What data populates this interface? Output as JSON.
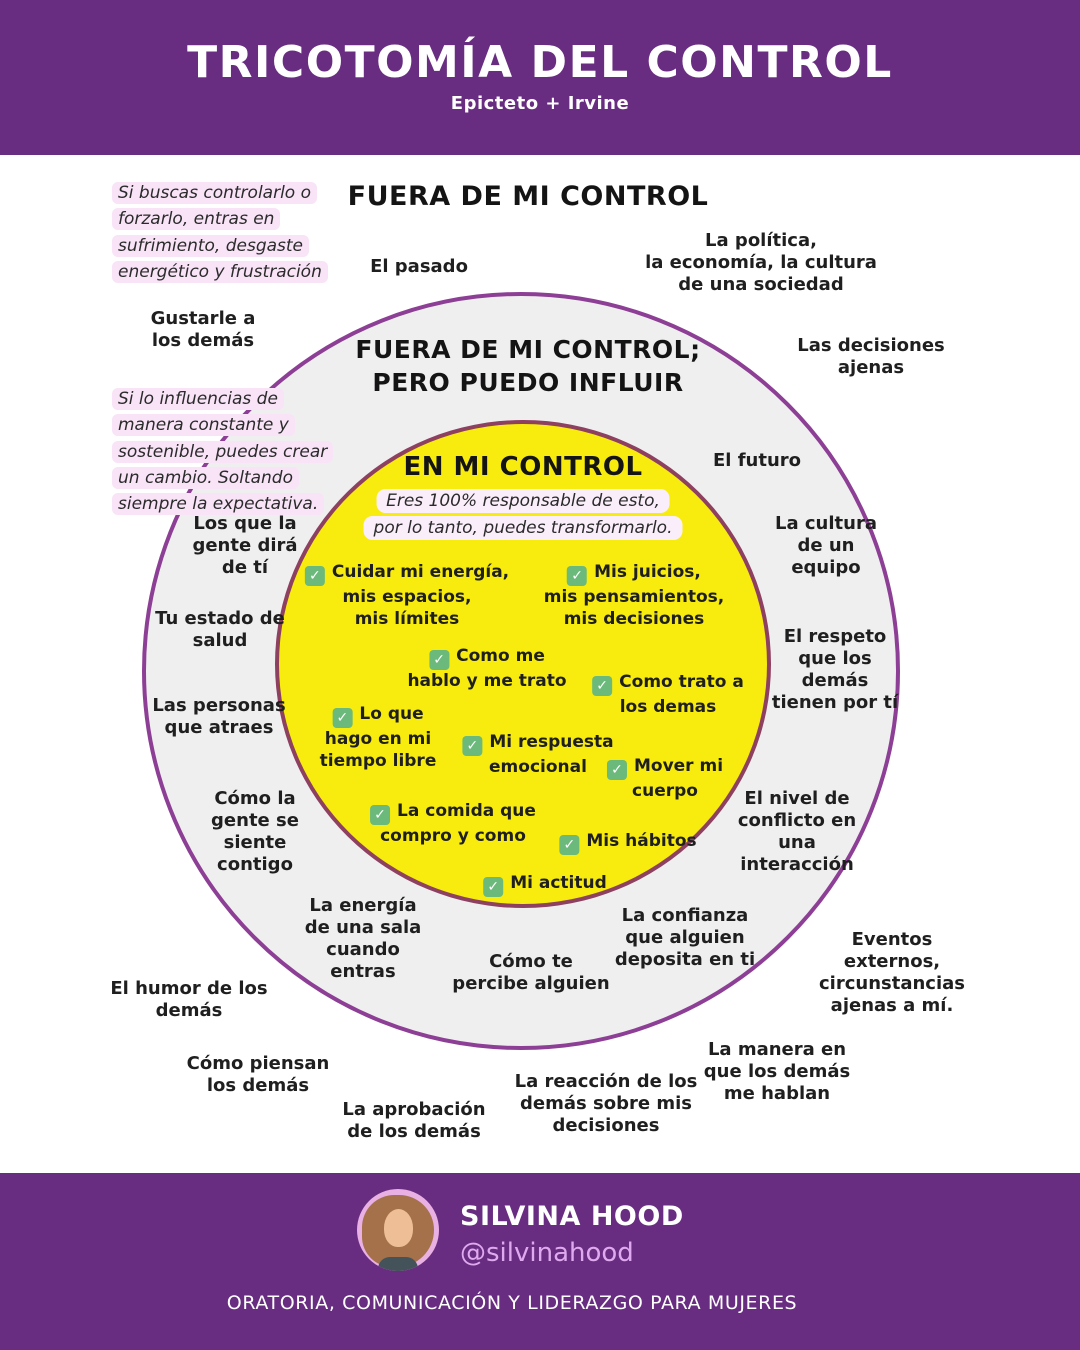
{
  "header": {
    "title": "TRICOTOMÍA DEL CONTROL",
    "subtitle": "Epicteto + Irvine"
  },
  "zones": {
    "outer_title": "FUERA DE MI CONTROL",
    "middle_title": "FUERA DE MI CONTROL;\nPERO PUEDO INFLUIR",
    "inner_title": "EN MI CONTROL",
    "inner_note": "Eres 100% responsable de esto,\npor lo tanto, puedes transformarlo."
  },
  "side_notes": [
    "Si buscas controlarlo o\nforzarlo, entras en\nsufrimiento, desgaste\nenergético y frustración",
    "Si lo influencias de\nmanera constante y\nsostenible, puedes crear\nun cambio. Soltando\nsiempre la expectativa."
  ],
  "outer_items": [
    "El pasado",
    "La política,\nla economía, la cultura\nde una sociedad",
    "Las decisiones\najenas",
    "Gustarle a\nlos demás",
    "El humor de los\ndemás",
    "Cómo piensan\nlos demás",
    "La aprobación\nde los demás",
    "La reacción de los\ndemás sobre mis\ndecisiones",
    "La manera en\nque los demás\nme hablan",
    "Eventos\nexternos,\ncircunstancias\najenas a mí."
  ],
  "middle_items": [
    "El futuro",
    "La cultura\nde un\nequipo",
    "El respeto\nque los\ndemás\ntienen por tí",
    "El nivel de\nconflicto en\nuna\ninteracción",
    "Los que la\ngente dirá\nde tí",
    "Tu estado de\nsalud",
    "Las personas\nque atraes",
    "Cómo la\ngente se\nsiente\ncontigo",
    "La energía\nde una sala\ncuando\nentras",
    "Cómo te\npercibe alguien",
    "La confianza\nque alguien\ndeposita en ti"
  ],
  "inner_items": [
    "Cuidar mi energía,\nmis espacios,\nmis límites",
    "Mis juicios,\nmis pensamientos,\nmis decisiones",
    "Como me\nhablo y me trato",
    "Como trato a\nlos demas",
    "Lo que\nhago en mi\ntiempo libre",
    "Mi respuesta\nemocional",
    "Mover mi\ncuerpo",
    "La comida que\ncompro y como",
    "Mis hábitos",
    "Mi actitud"
  ],
  "icons": {
    "check": "✓"
  },
  "footer": {
    "name": "SILVINA HOOD",
    "handle": "@silvinahood",
    "tagline": "ORATORIA, COMUNICACIÓN Y LIDERAZGO PARA MUJERES"
  },
  "colors": {
    "header_purple": "#682d80",
    "circle_border_purple": "#8d3f96",
    "ring_gray": "#f0eff0",
    "inner_yellow": "#f7ec0e",
    "note_pink": "#f8e3f7",
    "check_green": "#6cb97c",
    "handle_lilac": "#dfa9ef"
  }
}
